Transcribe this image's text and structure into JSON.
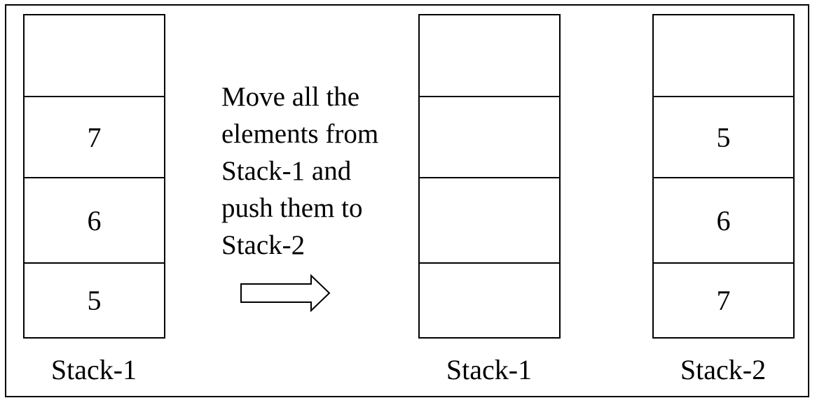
{
  "stacks": [
    {
      "label": "Stack-1",
      "cells": [
        "",
        "7",
        "6",
        "5"
      ]
    },
    {
      "label": "Stack-1",
      "cells": [
        "",
        "",
        "",
        ""
      ]
    },
    {
      "label": "Stack-2",
      "cells": [
        "",
        "5",
        "6",
        "7"
      ]
    }
  ],
  "instruction": "Move all the elements from Stack-1 and push them to Stack-2",
  "arrow_icon": "right-arrow-icon"
}
